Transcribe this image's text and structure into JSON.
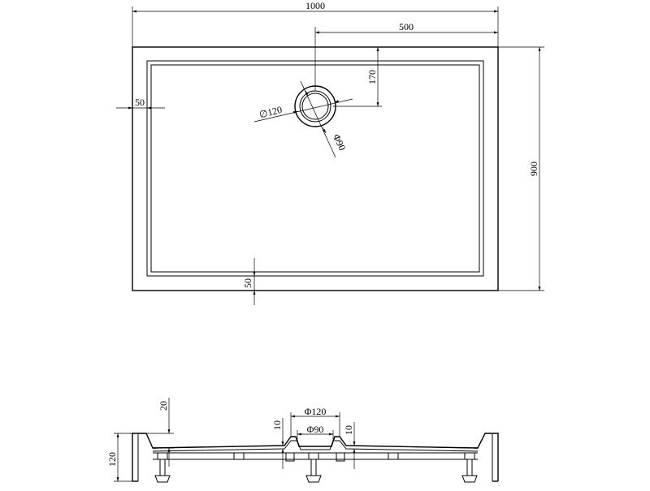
{
  "plan": {
    "overall_width": "1000",
    "drain_offset_x": "500",
    "drain_offset_y": "170",
    "border_left": "50",
    "drain_outer_diameter": "∅120",
    "drain_inner_diameter": "Φ90",
    "overall_depth": "900",
    "border_bottom": "50"
  },
  "section": {
    "rim_depth": "20",
    "drain_outer_diameter": "Φ120",
    "drain_inner_diameter": "Φ90",
    "drain_recess_left": "10",
    "drain_recess_right": "10",
    "overall_height": "120"
  },
  "colors": {
    "line": "#000000",
    "background": "#ffffff"
  }
}
